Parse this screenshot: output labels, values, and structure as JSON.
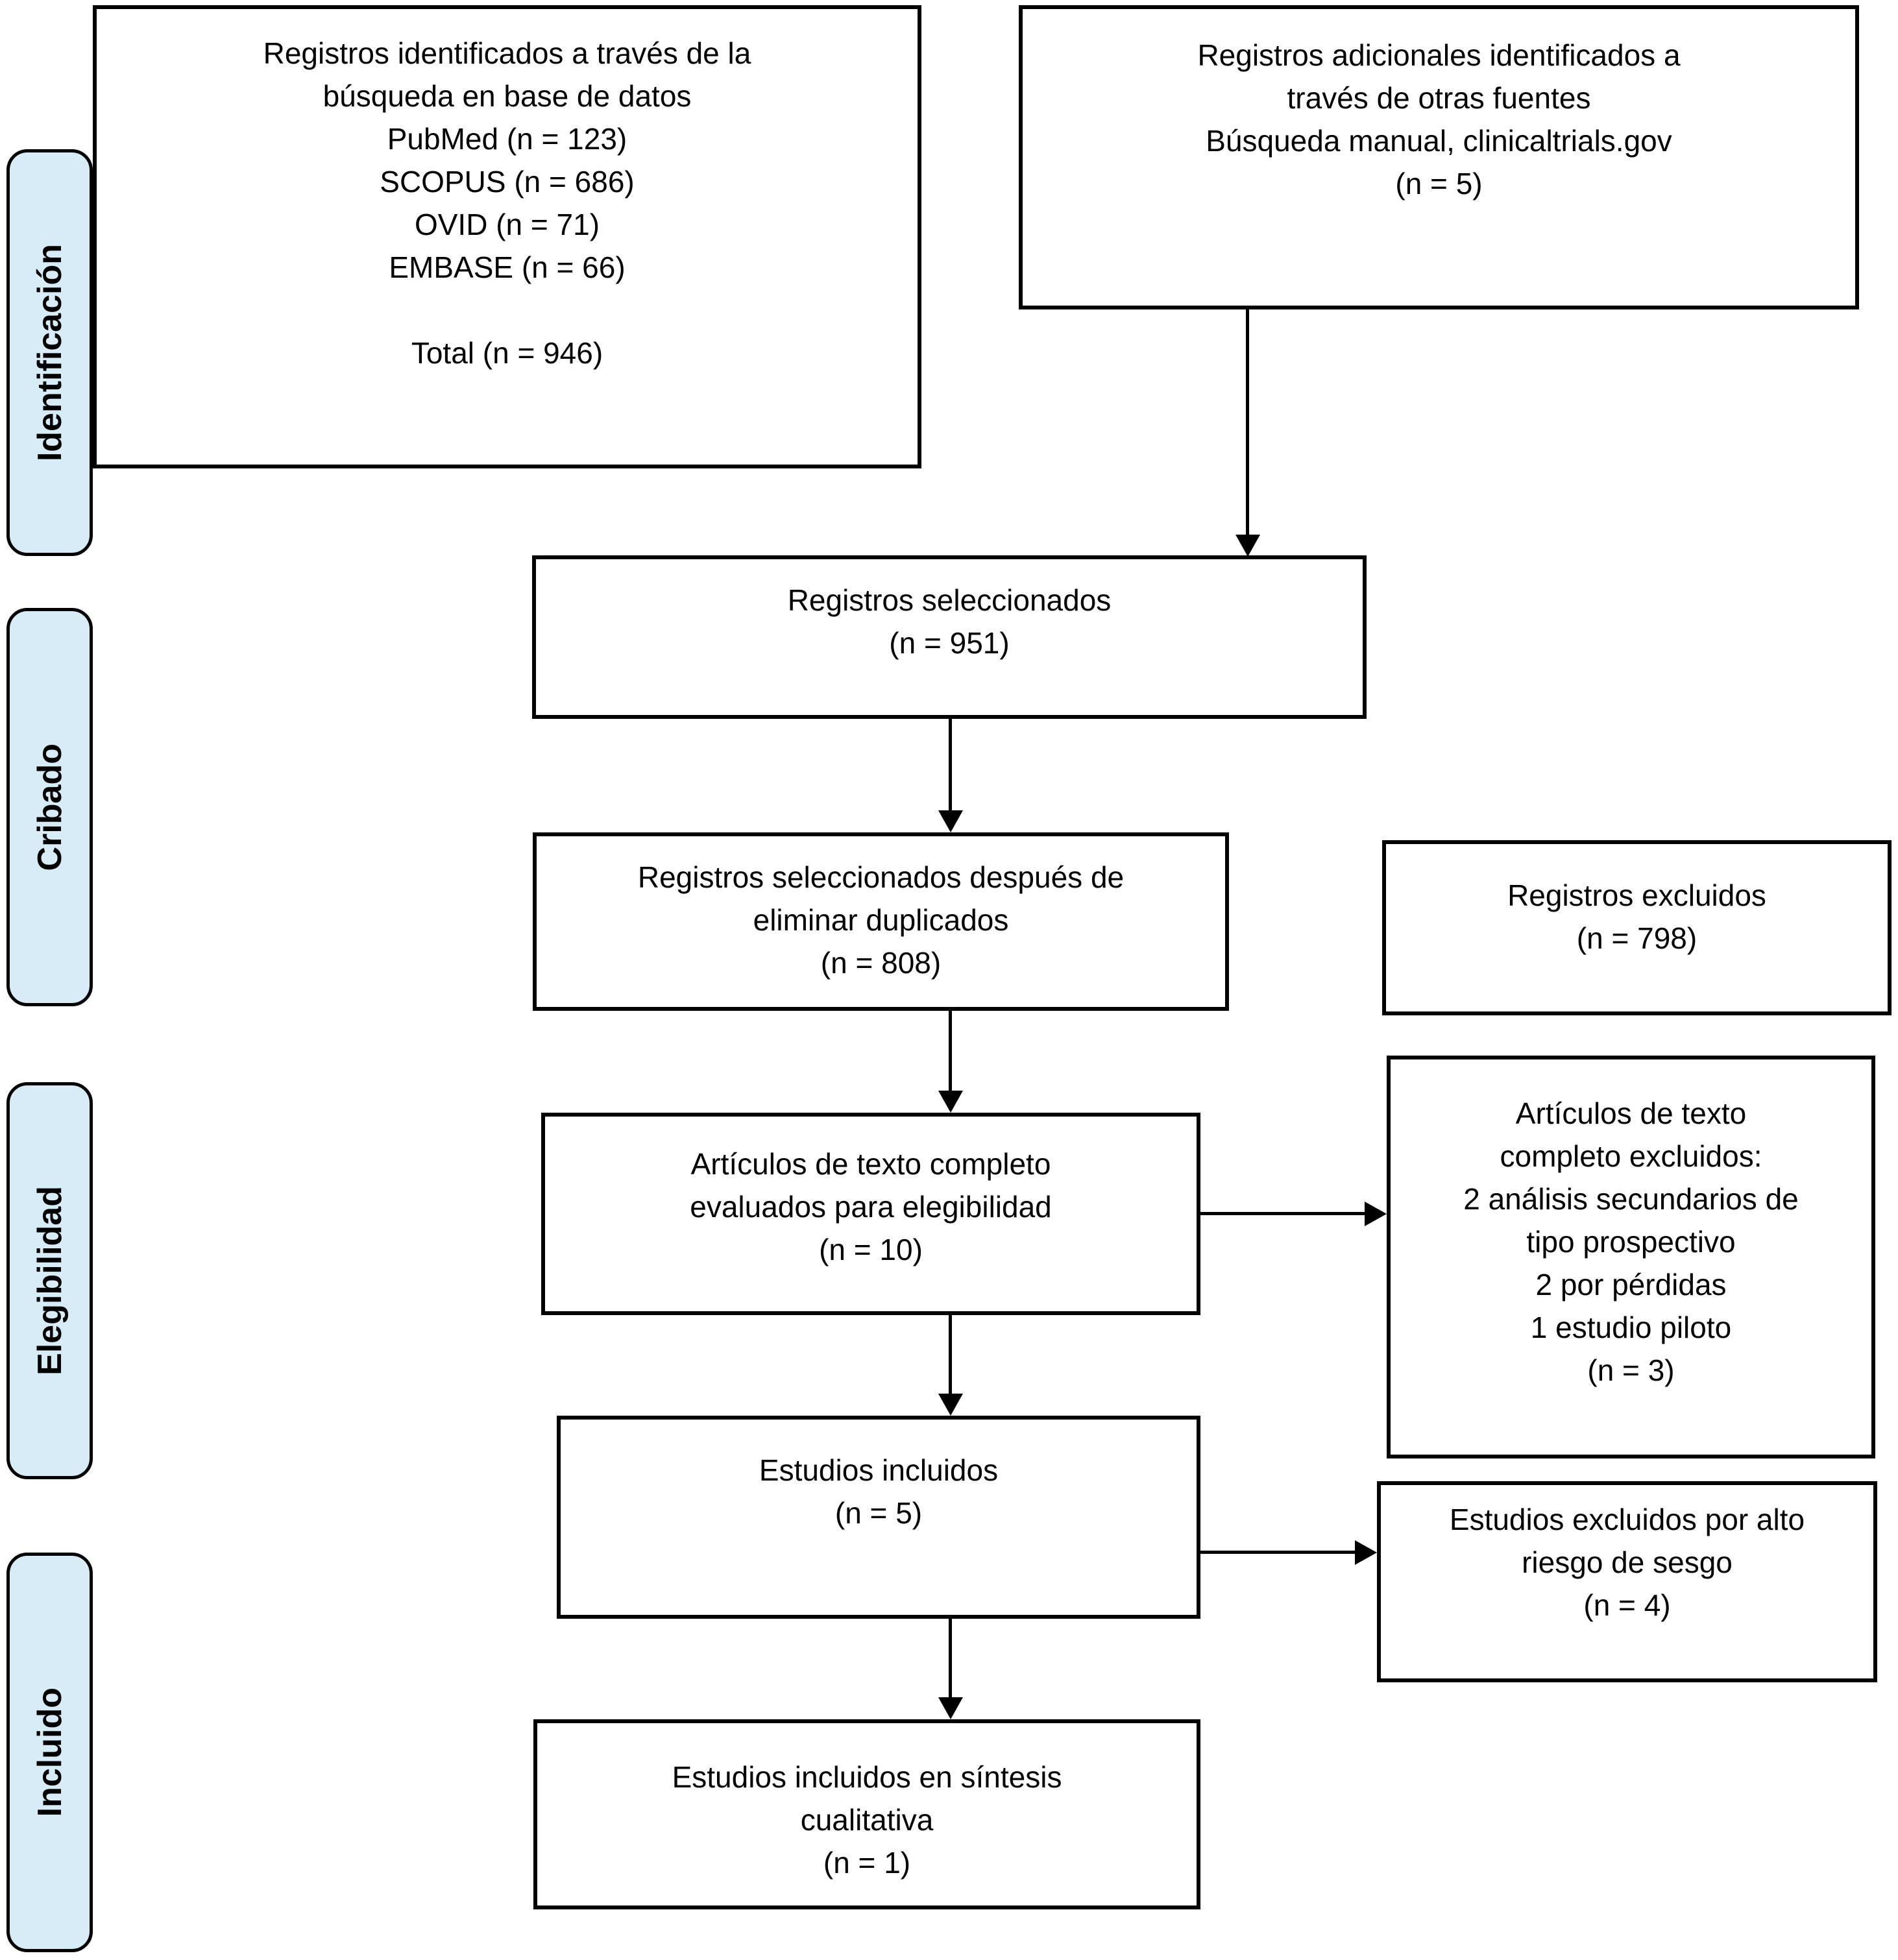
{
  "figure_type": "PRISMA flow diagram",
  "language": "es",
  "colors": {
    "stage_fill": "#d8ecf8",
    "stage_border": "#000000",
    "box_fill": "#ffffff",
    "box_border": "#000000",
    "arrow": "#000000",
    "background": "#ffffff"
  },
  "stages": [
    {
      "label": "Identificación"
    },
    {
      "label": "Cribado"
    },
    {
      "label": "Elegibilidad"
    },
    {
      "label": "Incluido"
    }
  ],
  "boxes": {
    "identified_db": {
      "lines": [
        "Registros identificados a través de la",
        "búsqueda en base de datos",
        "PubMed (n = 123)",
        "SCOPUS (n = 686)",
        "OVID (n = 71)",
        "EMBASE (n = 66)",
        "",
        "Total (n = 946)"
      ]
    },
    "additional_sources": {
      "lines": [
        "Registros adicionales identificados a",
        "través de otras fuentes",
        "Búsqueda manual, clinicaltrials.gov",
        "(n = 5)"
      ]
    },
    "records_selected": {
      "lines": [
        "Registros seleccionados",
        "(n = 951)"
      ]
    },
    "after_duplicates": {
      "lines": [
        "Registros seleccionados después de",
        "eliminar duplicados",
        "(n = 808)"
      ]
    },
    "records_excluded": {
      "lines": [
        "Registros excluidos",
        "(n = 798)"
      ]
    },
    "fulltext_assessed": {
      "lines": [
        "Artículos de texto completo",
        "evaluados para elegibilidad",
        "(n = 10)"
      ]
    },
    "fulltext_excluded": {
      "lines": [
        "Artículos de texto",
        "completo excluidos:",
        "2 análisis secundarios de",
        "tipo prospectivo",
        "2 por pérdidas",
        "1 estudio piloto",
        "(n = 3)"
      ]
    },
    "studies_included": {
      "lines": [
        "Estudios incluidos",
        "(n = 5)"
      ]
    },
    "excluded_bias": {
      "lines": [
        "Estudios excluidos por alto",
        "riesgo de sesgo",
        "(n = 4)"
      ]
    },
    "qualitative_synthesis": {
      "lines": [
        "Estudios incluidos en síntesis",
        "cualitativa",
        "(n = 1)"
      ]
    }
  }
}
